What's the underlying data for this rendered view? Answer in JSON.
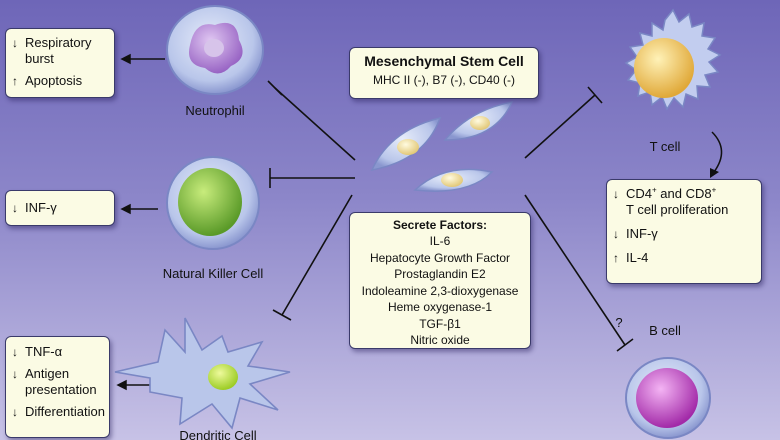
{
  "msc": {
    "title": "Mesenchymal Stem Cell",
    "markers": "MHC II (-), B7 (-), CD40 (-)"
  },
  "secrete": {
    "title": "Secrete Factors:",
    "items": [
      "IL-6",
      "Hepatocyte Growth Factor",
      "Prostaglandin E2",
      "Indoleamine 2,3-dioxygenase",
      "Heme oxygenase-1",
      "TGF-β1",
      "Nitric oxide"
    ]
  },
  "cells": {
    "neutrophil": "Neutrophil",
    "nk": "Natural Killer Cell",
    "dendritic": "Dendritic Cell",
    "tcell": "T cell",
    "bcell": "B cell"
  },
  "boxes": {
    "neutrophil": [
      {
        "dir": "down",
        "text": "Respiratory burst"
      },
      {
        "dir": "up",
        "text": "Apoptosis"
      }
    ],
    "nk": [
      {
        "dir": "down",
        "text": "INF-γ"
      }
    ],
    "dendritic": [
      {
        "dir": "down",
        "text": "TNF-α"
      },
      {
        "dir": "down",
        "text": "Antigen presentation"
      },
      {
        "dir": "down",
        "text": "Differentiation"
      }
    ],
    "tcell": {
      "cd4": "CD4",
      "plus1": "+",
      "and": " and CD8",
      "plus2": "+",
      "prolif": "T cell proliferation",
      "inf": "INF-γ",
      "il4": "IL-4"
    }
  },
  "bcell_question": "?",
  "arrow_glyphs": {
    "down": "↓",
    "up": "↑"
  },
  "colors": {
    "box_bg": "#fbfbe4",
    "neutrophil_nucleus": "#b385d6",
    "nk_nucleus": "#7dbb3c",
    "dendritic_nucleus": "#b9e23c",
    "tcell_nucleus": "#f0c95a",
    "bcell_nucleus": "#c64fc8",
    "msc_nucleus": "#f3e4a6"
  }
}
